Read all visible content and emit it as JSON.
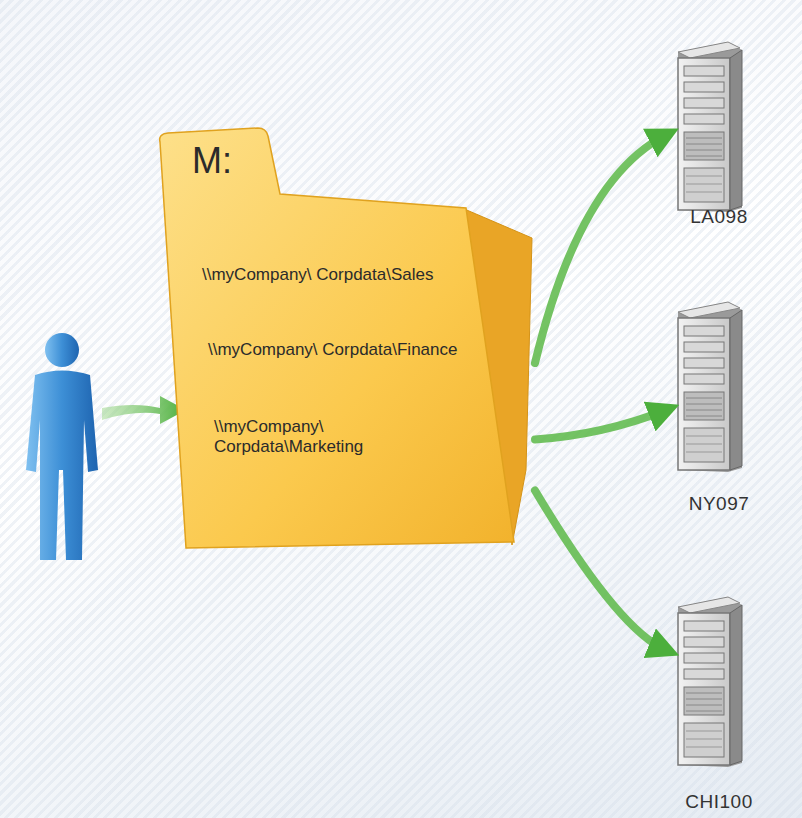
{
  "diagram": {
    "nodes": [
      {
        "text": [
          "M:",
          "\\\\myCompany\\ Corpdata\\Sales",
          "\\\\myCompany\\ Corpdata\\Finance",
          "\\\\myCompany\\ Corpdata\\Marketing"
        ]
      },
      {
        "text": [
          "LA098"
        ]
      },
      {
        "text": [
          "NY097"
        ]
      },
      {
        "text": [
          "CHI100"
        ]
      }
    ],
    "edges": [
      {
        "from": 0,
        "to": 1,
        "arrow": "to"
      },
      {
        "from": 0,
        "to": 2,
        "arrow": "to"
      },
      {
        "from": 0,
        "to": 3,
        "arrow": "to"
      }
    ]
  }
}
